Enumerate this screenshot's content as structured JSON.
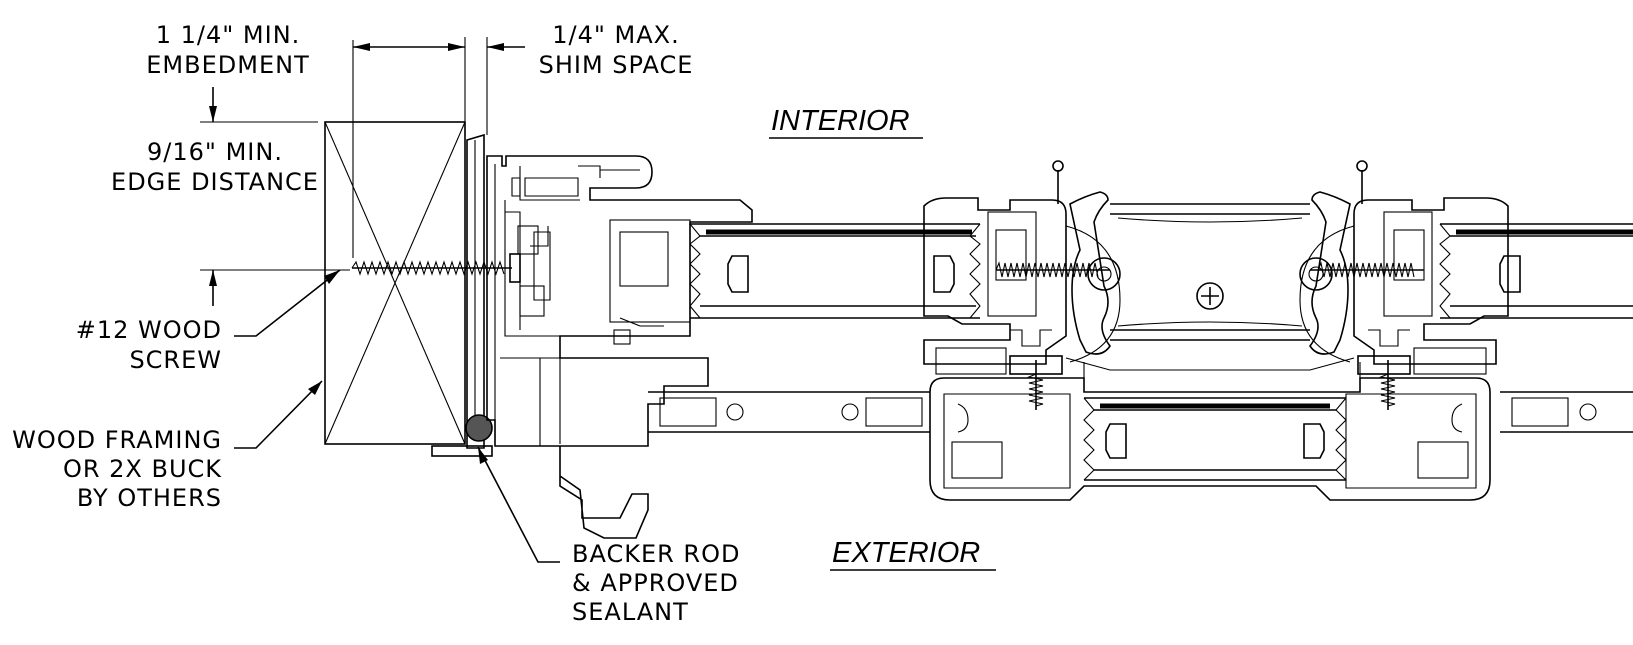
{
  "labels": {
    "embedment": [
      "1 1/4\" MIN.",
      "EMBEDMENT"
    ],
    "shim": [
      "1/4\" MAX.",
      "SHIM SPACE"
    ],
    "edge": [
      "9/16\" MIN.",
      "EDGE DISTANCE"
    ],
    "screw": [
      "#12 WOOD",
      "SCREW"
    ],
    "framing": [
      "WOOD FRAMING",
      "OR 2X BUCK",
      "BY OTHERS"
    ],
    "backer": [
      "BACKER ROD",
      "& APPROVED",
      "SEALANT"
    ],
    "interior": "INTERIOR",
    "exterior": "EXTERIOR"
  }
}
